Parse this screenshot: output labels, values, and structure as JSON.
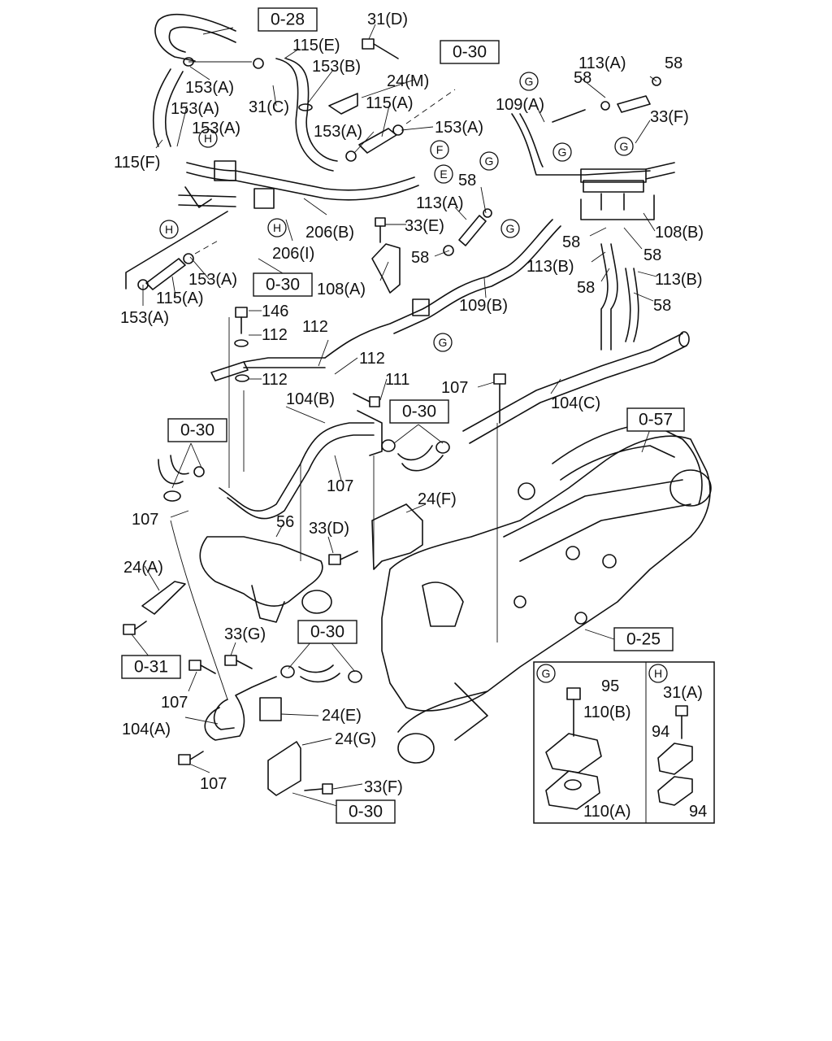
{
  "ref_boxes": {
    "r1": "0-28",
    "r2": "0-30",
    "r3": "0-30",
    "r4": "0-30",
    "r5": "0-30",
    "r6": "0-30",
    "r7": "0-57",
    "r8": "0-25",
    "r9": "0-31",
    "r10": "0-30"
  },
  "labels": {
    "l31d": "31(D)",
    "l115e": "115(E)",
    "l153b": "153(B)",
    "l24m": "24(M)",
    "l153a_1": "153(A)",
    "l31c": "31(C)",
    "l153a_2": "153(A)",
    "l115a_1": "115(A)",
    "l153a_3": "153(A)",
    "l153a_4": "153(A)",
    "l153a_5": "153(A)",
    "l115f": "115(F)",
    "l206b": "206(B)",
    "l206i": "206(I)",
    "l153a_6": "153(A)",
    "l115a_2": "115(A)",
    "l153a_7": "153(A)",
    "l113a_1": "113(A)",
    "l58_1": "58",
    "l58_2": "58",
    "l109a": "109(A)",
    "l33f_1": "33(F)",
    "l58_3": "58",
    "l113a_2": "113(A)",
    "l33e": "33(E)",
    "l58_4": "58",
    "l108a": "108(A)",
    "l108b": "108(B)",
    "l58_5": "58",
    "l58_6": "58",
    "l113b_1": "113(B)",
    "l113b_2": "113(B)",
    "l58_7": "58",
    "l58_8": "58",
    "l109b": "109(B)",
    "l146": "146",
    "l112_1": "112",
    "l112_2": "112",
    "l112_3": "112",
    "l112_4": "112",
    "l111": "111",
    "l107_1": "107",
    "l104b": "104(B)",
    "l104c": "104(C)",
    "l107_2": "107",
    "l107_3": "107",
    "l24f": "24(F)",
    "l56": "56",
    "l33d": "33(D)",
    "l24a": "24(A)",
    "l33g": "33(G)",
    "l107_4": "107",
    "l104a": "104(A)",
    "l24e": "24(E)",
    "l24g": "24(G)",
    "l107_5": "107",
    "l33f_2": "33(F)",
    "l95": "95",
    "l110b": "110(B)",
    "l110a": "110(A)",
    "l31a": "31(A)",
    "l94_1": "94",
    "l94_2": "94"
  },
  "callouts": {
    "c_h1": "H",
    "c_h2": "H",
    "c_h3": "H",
    "c_e1": "E",
    "c_f1": "F",
    "c_g1": "G",
    "c_g2": "G",
    "c_g3": "G",
    "c_g4": "G",
    "c_g5": "G",
    "c_g6": "G"
  },
  "inset": {
    "g_letter": "G",
    "h_letter": "H"
  }
}
